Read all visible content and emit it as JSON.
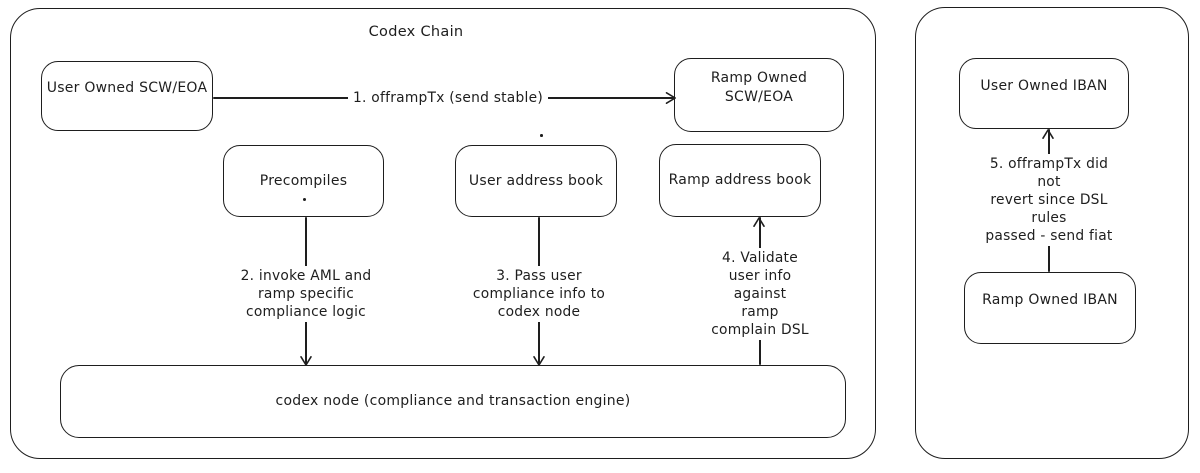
{
  "colors": {
    "stroke": "#1e1e1e",
    "background": "#ffffff"
  },
  "codex_chain": {
    "title": "Codex Chain",
    "nodes": {
      "user_scw": {
        "label": "User Owned SCW/EOA"
      },
      "ramp_scw": {
        "label": "Ramp Owned SCW/EOA"
      },
      "precompiles": {
        "label": "Precompiles"
      },
      "user_address_book": {
        "label": "User address book"
      },
      "ramp_address_book": {
        "label": "Ramp address book"
      },
      "codex_node": {
        "label": "codex node (compliance and transaction engine)"
      }
    },
    "edges": {
      "offramp_tx": {
        "label": "1. offrampTx (send stable)"
      },
      "invoke_aml": {
        "label": "2. invoke AML and\nramp specific\ncompliance logic"
      },
      "pass_user_info": {
        "label": "3. Pass user\ncompliance info to\ncodex node"
      },
      "validate_user_info": {
        "label": "4. Validate user info\nagainst\nramp complain DSL"
      }
    }
  },
  "fiat_rail": {
    "nodes": {
      "user_iban": {
        "label": "User Owned IBAN"
      },
      "ramp_iban": {
        "label": "Ramp Owned IBAN"
      }
    },
    "edges": {
      "send_fiat": {
        "label": "5. offrampTx did not\nrevert since DSL rules\npassed - send fiat"
      }
    }
  }
}
